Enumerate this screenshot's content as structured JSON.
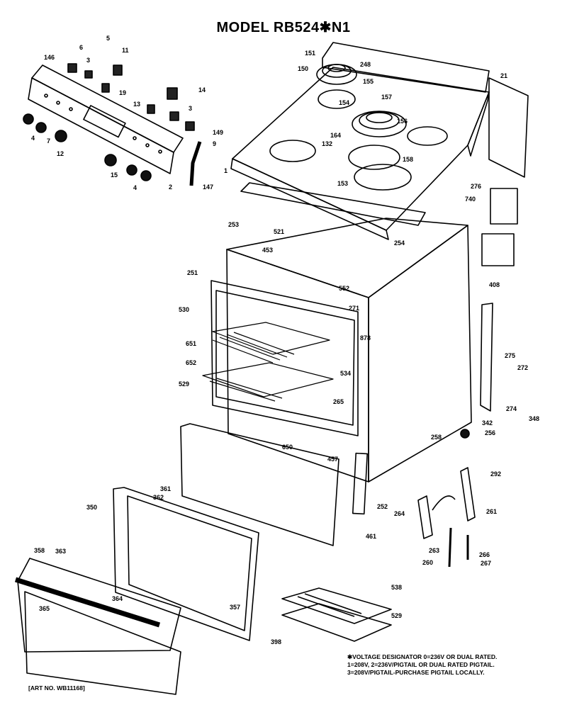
{
  "title": "MODEL RB524✱N1",
  "footnote": {
    "line1": "✱VOLTAGE DESIGNATOR 0=236V OR DUAL RATED.",
    "line2": "1=208V, 2=236V/PIGTAIL OR DUAL RATED PIGTAIL.",
    "line3": "3=208V/PIGTAIL-PURCHASE PIGTAIL LOCALLY."
  },
  "art_no": "[ART NO. WB11168]",
  "part_labels": [
    "5",
    "6",
    "3",
    "11",
    "146",
    "19",
    "14",
    "13",
    "3",
    "4",
    "7",
    "12",
    "15",
    "4",
    "2",
    "149",
    "9",
    "147",
    "1",
    "151",
    "248",
    "150",
    "155",
    "154",
    "157",
    "156",
    "164",
    "132",
    "153",
    "158",
    "21",
    "276",
    "740",
    "408",
    "253",
    "521",
    "453",
    "254",
    "251",
    "552",
    "271",
    "530",
    "878",
    "651",
    "652",
    "534",
    "529",
    "265",
    "650",
    "275",
    "272",
    "274",
    "342",
    "256",
    "348",
    "258",
    "457",
    "292",
    "264",
    "261",
    "252",
    "263",
    "461",
    "260",
    "267",
    "266",
    "350",
    "361",
    "362",
    "358",
    "363",
    "365",
    "364",
    "357",
    "398",
    "538",
    "529"
  ]
}
